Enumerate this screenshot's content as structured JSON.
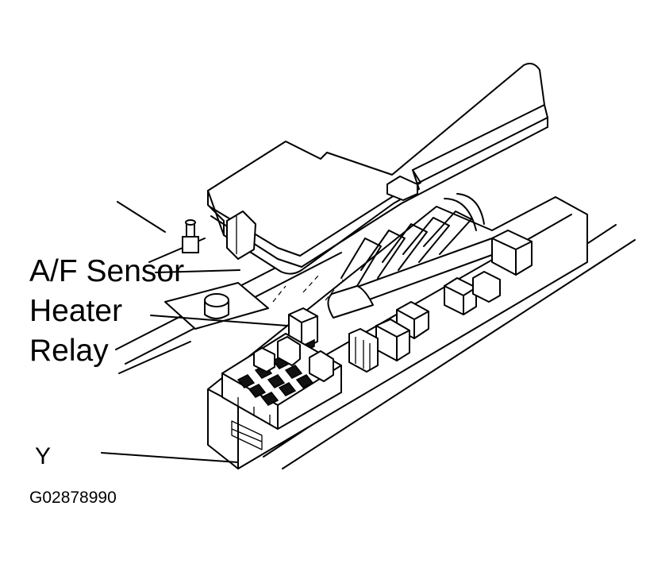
{
  "labels": {
    "relay_line1": "A/F Sensor",
    "relay_line2": "Heater",
    "relay_line3": "Relay",
    "location_marker": "Y",
    "figure_code": "G02878990"
  },
  "icons": {
    "relay_component": "relay-icon",
    "fuse_block": "fuse-icon"
  },
  "colors": {
    "ink": "#000000",
    "paper": "#ffffff"
  }
}
